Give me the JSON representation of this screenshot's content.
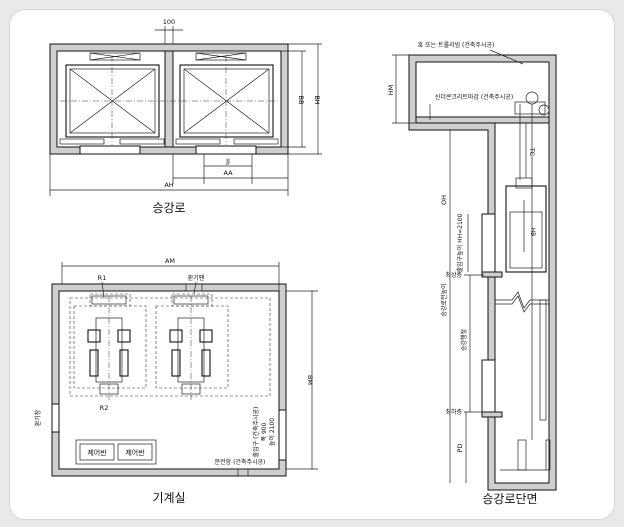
{
  "captions": {
    "hoistway": "승강로",
    "machine_room": "기계실",
    "hoistway_section": "승강로단면"
  },
  "hoistway_plan": {
    "dim_top": "100",
    "dim_right_inner": "BB",
    "dim_right_outer": "BH",
    "dim_jj": "JJ",
    "dim_aa": "AA",
    "dim_ah": "AH"
  },
  "machine_room": {
    "dim_am": "AM",
    "dim_bm": "BM",
    "label_r1": "R1",
    "label_r2": "R2",
    "label_vent": "환기팬",
    "label_vent_window": "환기창",
    "control_panel_1": "제어반",
    "control_panel_2": "제어반",
    "power_board": "분전함 (건축주시공)",
    "entrance_note_1": "출입구 (건축주시공)",
    "entrance_note_2": "폭 900",
    "entrance_note_3": "높이 2100"
  },
  "section": {
    "hook_note": "훅 또는 트롤리빔 (건축주시공)",
    "concrete_note": "신더콘크리트마감 (건축주시공)",
    "dim_hm": "HM",
    "dim_oh": "OH",
    "dim_tc": "TC",
    "dim_hb": "HB",
    "dim_entrance_height": "출입구높이 HH=2100",
    "dim_travel": "승강행정",
    "dim_total": "승강로전높이",
    "dim_pd": "PD",
    "top_floor": "최상층",
    "bottom_floor": "최하층"
  }
}
